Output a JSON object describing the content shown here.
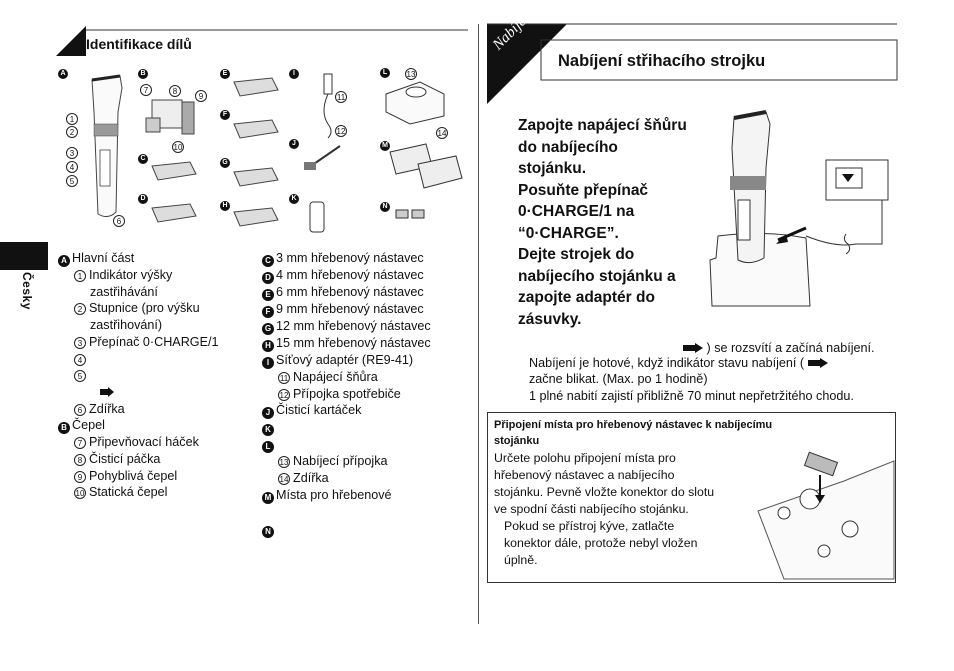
{
  "left_page": {
    "section_title": "Identifikace dílů",
    "language_tab": "Česky",
    "figure_labels": [
      "A",
      "B",
      "C",
      "D",
      "E",
      "F",
      "G",
      "H",
      "I",
      "J",
      "K",
      "L",
      "M",
      "N"
    ],
    "figure_numbers": [
      "1",
      "2",
      "3",
      "4",
      "5",
      "6",
      "7",
      "8",
      "9",
      "10",
      "11",
      "12",
      "13",
      "14"
    ],
    "col1": {
      "a_label": "A",
      "a_text": "Hlavní část",
      "i1": "1",
      "t1a": "Indikátor výšky",
      "t1b": "zastřihávání",
      "i2": "2",
      "t2a": "Stupnice (pro výšku",
      "t2b": "zastřihování)",
      "i3": "3",
      "t3": "Přepínač 0·CHARGE/1",
      "i4": "4",
      "i5": "5",
      "i6": "6",
      "t6": "Zdířka",
      "b_label": "B",
      "b_text": "Čepel",
      "i7": "7",
      "t7": "Připevňovací háček",
      "i8": "8",
      "t8": "Čisticí páčka",
      "i9": "9",
      "t9": "Pohyblivá čepel",
      "i10": "10",
      "t10": "Statická čepel"
    },
    "col2": {
      "c_label": "C",
      "c_text": "3 mm hřebenový nástavec",
      "d_label": "D",
      "d_text": "4 mm hřebenový nástavec",
      "e_label": "E",
      "e_text": "6 mm hřebenový nástavec",
      "f_label": "F",
      "f_text": "9 mm hřebenový nástavec",
      "g_label": "G",
      "g_text": "12 mm hřebenový nástavec",
      "h_label": "H",
      "h_text": "15 mm hřebenový nástavec",
      "i_label": "I",
      "i_text": "Síťový adaptér (RE9-41)",
      "i11": "11",
      "t11": "Napájecí šňůra",
      "i12": "12",
      "t12": "Přípojka spotřebiče",
      "j_label": "J",
      "j_text": "Čisticí kartáček",
      "k_label": "K",
      "l_label": "L",
      "i13": "13",
      "t13": "Nabíjecí přípojka",
      "i14": "14",
      "t14": "Zdířka",
      "m_label": "M",
      "m_text": "Místa pro hřebenové",
      "n_label": "N"
    }
  },
  "right_page": {
    "tab_text": "Nabíjení",
    "section_title": "Nabíjení střihacího strojku",
    "steps": [
      "Zapojte napájecí šňůru",
      "do nabíjecího",
      "stojánku.",
      "Posuňte přepínač",
      "0·CHARGE/1 na",
      "“0·CHARGE”.",
      "Dejte strojek do",
      "nabíjecího stojánku a",
      "zapojte adaptér do",
      "zásuvky."
    ],
    "status_line": ") se rozsvítí a začíná nabíjení.",
    "note1": "Nabíjení je hotové, když indikátor stavu nabíjení (",
    "note1b": "začne blikat. (Max. po 1 hodině)",
    "note2": "1 plné nabití zajistí přibližně 70 minut nepřetržitého chodu.",
    "box_title_a": "Připojení místa pro hřebenový nástavec k nabíjecímu",
    "box_title_b": "stojánku",
    "box_lines": [
      "Určete polohu připojení místa pro",
      "hřebenový nástavec a nabíjecího",
      "stojánku. Pevně vložte konektor do slotu",
      "ve spodní části nabíjecího stojánku."
    ],
    "box_lines2": [
      "Pokud se přístroj kýve, zatlačte",
      "konektor dále, protože nebyl vložen",
      "úplně."
    ]
  }
}
